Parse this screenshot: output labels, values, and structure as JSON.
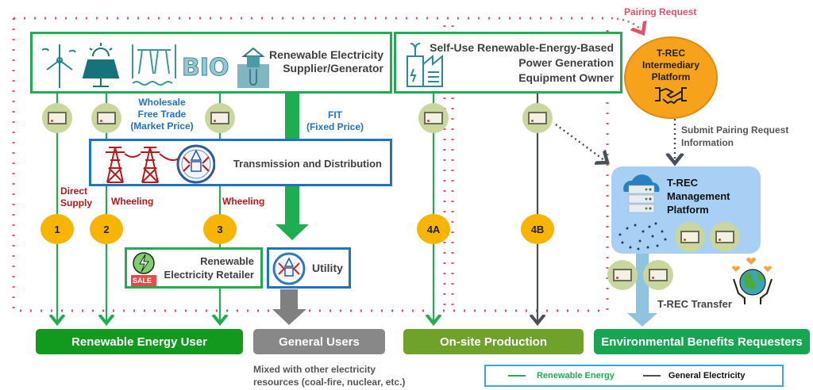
{
  "colors": {
    "renewable_green": "#1fae4f",
    "utility_blue": "#1e73c4",
    "boundary_red": "#e8506a",
    "general_gray": "#4a505a",
    "platform_orange": "#f7a21b",
    "management_light_blue": "#a8d0f5",
    "badge_yellow": "#f7b500"
  },
  "top": {
    "pairing_request": "Pairing Request",
    "supplier": {
      "title_line1": "Renewable Electricity",
      "title_line2": "Supplier/Generator",
      "icons": [
        "wind-turbine-icon",
        "solar-panel-icon",
        "hydro-dam-icon",
        "bio-icon",
        "geothermal-icon"
      ]
    },
    "self_use": {
      "line1": "Self-Use Renewable-Energy-Based",
      "line2": "Power Generation",
      "line3": "Equipment Owner",
      "icon": "factory-plant-icon"
    }
  },
  "intermediary": {
    "line1": "T-REC",
    "line2": "Intermediary",
    "line3": "Platform",
    "icon": "handshake-icon"
  },
  "submit_info": {
    "line1": "Submit Pairing Request",
    "line2": "Information"
  },
  "management": {
    "line1": "T-REC",
    "line2": "Management",
    "line3": "Platform",
    "icon": "cloud-server-icon"
  },
  "trade_labels": {
    "wholesale_line1": "Wholesale",
    "wholesale_line2": "Free Trade",
    "wholesale_line3": "(Market Price)",
    "fit_line1": "FIT",
    "fit_line2": "(Fixed Price)"
  },
  "transmission": {
    "label": "Transmission and Distribution"
  },
  "paths": {
    "direct_supply_line1": "Direct",
    "direct_supply_line2": "Supply",
    "wheeling_a": "Wheeling",
    "wheeling_b": "Wheeling"
  },
  "badges": [
    "1",
    "2",
    "3",
    "4A",
    "4B"
  ],
  "retailer": {
    "line1": "Renewable",
    "line2": "Electricity Retailer",
    "sale_tag": "SALE"
  },
  "utility": {
    "label": "Utility"
  },
  "trec_transfer": "T-REC Transfer",
  "bottom": {
    "renewable_user": "Renewable Energy User",
    "general_users": "General Users",
    "onsite": "On-site Production",
    "env_requesters": "Environmental Benefits Requesters",
    "mixed_note_line1": "Mixed with other electricity",
    "mixed_note_line2": "resources (coal-fire, nuclear, etc.)"
  },
  "legend": {
    "renewable": "Renewable Energy",
    "general": "General Electricity"
  }
}
